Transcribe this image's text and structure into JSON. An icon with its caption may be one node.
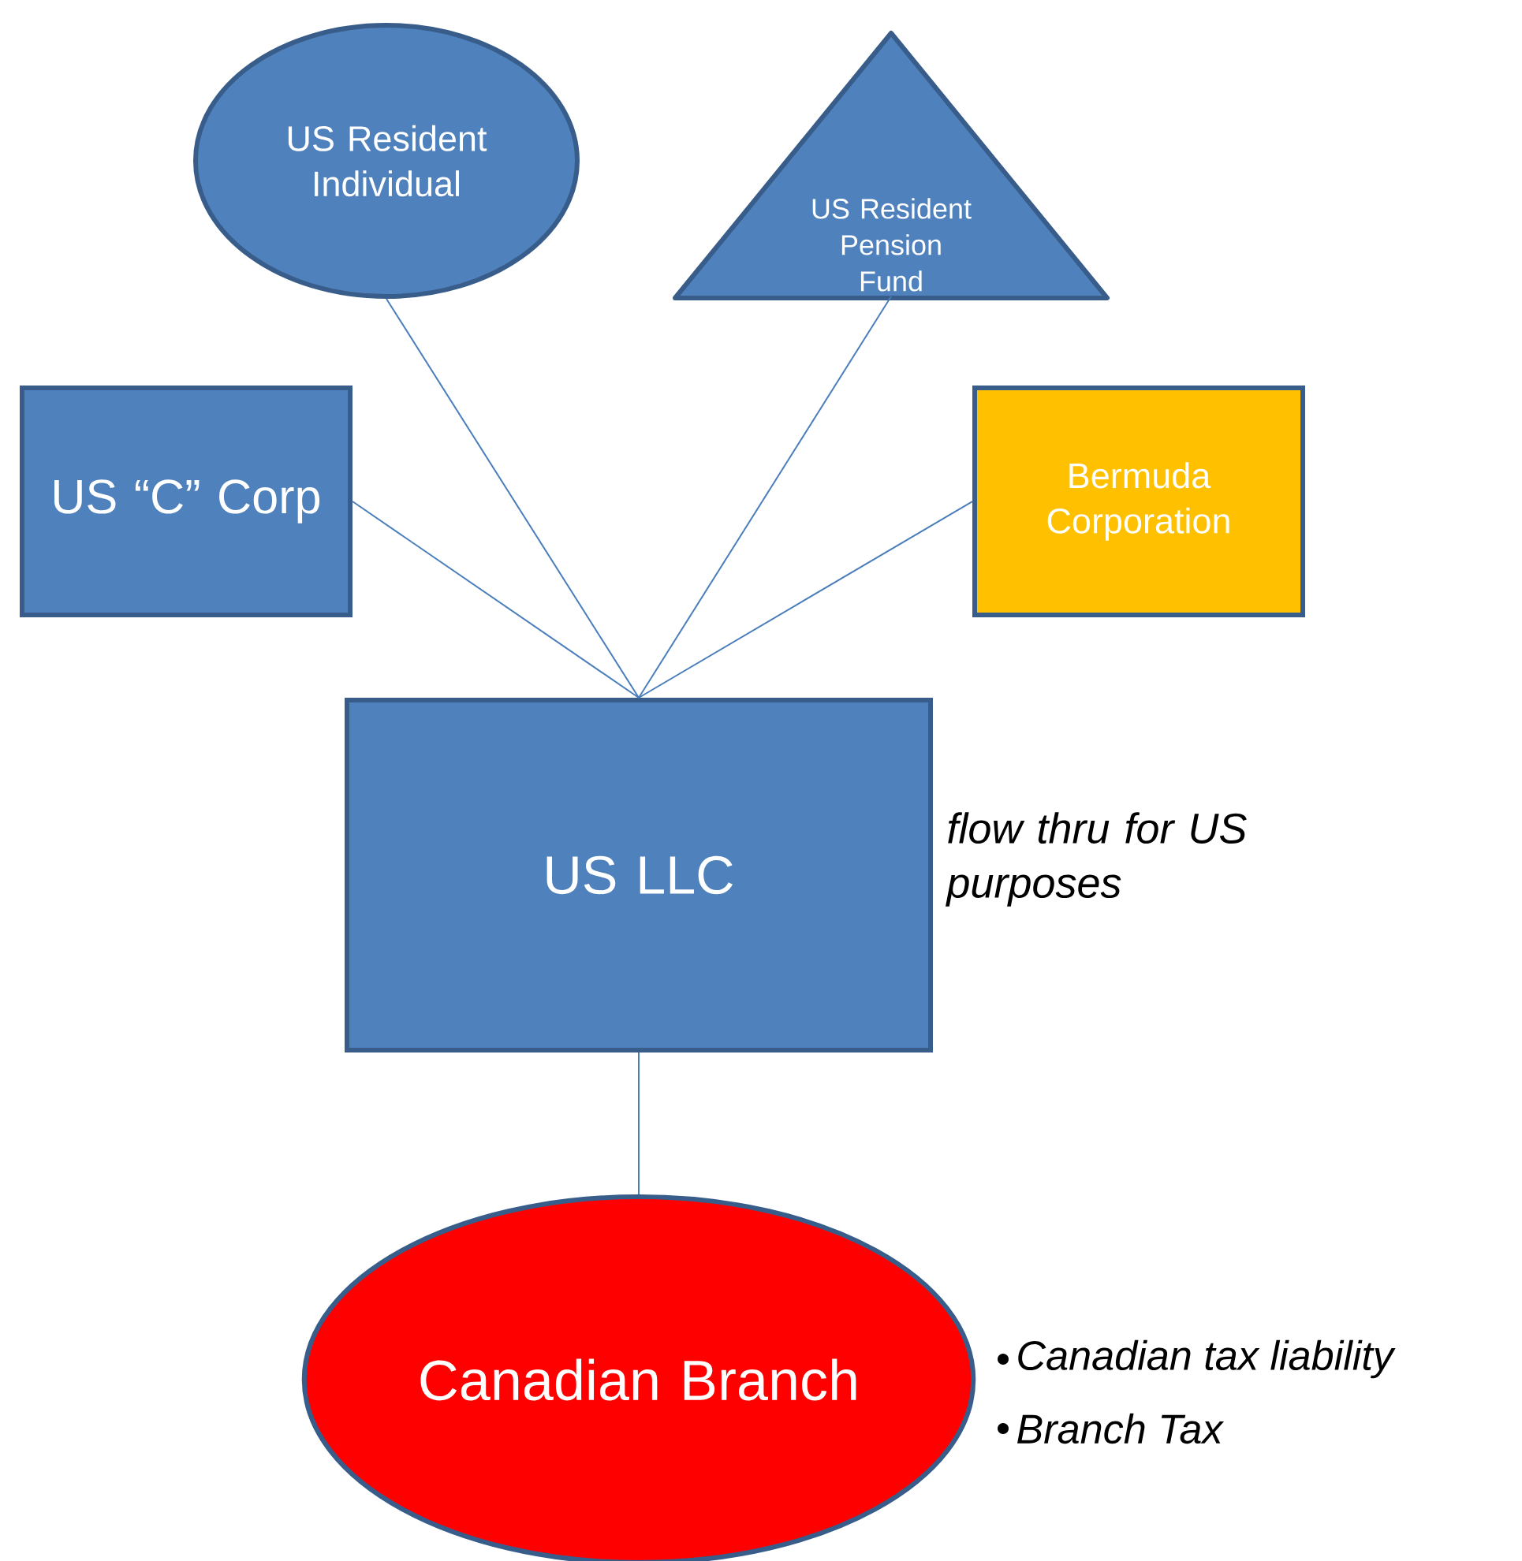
{
  "diagram": {
    "nodes": [
      {
        "text": [
          "US Resident Individual"
        ]
      },
      {
        "text": [
          "US Resident Pension Fund"
        ]
      },
      {
        "text": [
          "US “C” Corp"
        ]
      },
      {
        "text": [
          "Bermuda Corporation"
        ]
      },
      {
        "text": [
          "US LLC"
        ],
        "beside": [
          "flow thru for US purposes"
        ]
      },
      {
        "text": [
          "Canadian Branch"
        ],
        "beside": [
          "Canadian tax liability",
          "Branch Tax"
        ]
      }
    ],
    "edges": [
      {
        "from": 0,
        "to": 4,
        "arrow": "none"
      },
      {
        "from": 1,
        "to": 4,
        "arrow": "none"
      },
      {
        "from": 2,
        "to": 4,
        "arrow": "none"
      },
      {
        "from": 3,
        "to": 4,
        "arrow": "none"
      },
      {
        "from": 4,
        "to": 5,
        "arrow": "none"
      }
    ]
  }
}
